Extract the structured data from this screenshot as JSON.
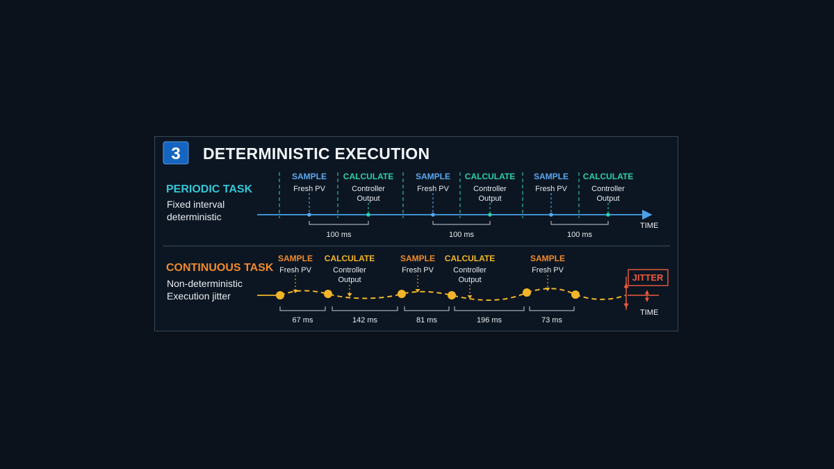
{
  "header": {
    "badge": "3",
    "title": "DETERMINISTIC EXECUTION"
  },
  "colors": {
    "periodic": "#35c6d6",
    "periodic_axis": "#4aa3ea",
    "sample_blue": "#5aa8f0",
    "calc_teal": "#29d1a8",
    "continuous": "#f08a2c",
    "continuous_line": "#f2b529",
    "jitter": "#ef5a3c",
    "badge": "#1565c0"
  },
  "periodic": {
    "name": "PERIODIC TASK",
    "desc": [
      "Fixed interval",
      "deterministic"
    ],
    "time_label": "TIME",
    "events": [
      {
        "kind": "sample",
        "label": "SAMPLE",
        "sub": [
          "Fresh PV"
        ]
      },
      {
        "kind": "calculate",
        "label": "CALCULATE",
        "sub": [
          "Controller",
          "Output"
        ]
      },
      {
        "kind": "sample",
        "label": "SAMPLE",
        "sub": [
          "Fresh PV"
        ]
      },
      {
        "kind": "calculate",
        "label": "CALCULATE",
        "sub": [
          "Controller",
          "Output"
        ]
      },
      {
        "kind": "sample",
        "label": "SAMPLE",
        "sub": [
          "Fresh PV"
        ]
      },
      {
        "kind": "calculate",
        "label": "CALCULATE",
        "sub": [
          "Controller",
          "Output"
        ]
      }
    ],
    "intervals": [
      "100 ms",
      "100 ms",
      "100 ms"
    ]
  },
  "continuous": {
    "name": "CONTINUOUS TASK",
    "desc": [
      "Non-deterministic",
      "Execution jitter"
    ],
    "time_label": "TIME",
    "jitter_label": "JITTER",
    "events": [
      {
        "kind": "sample",
        "label": "SAMPLE",
        "sub": [
          "Fresh PV"
        ]
      },
      {
        "kind": "calculate",
        "label": "CALCULATE",
        "sub": [
          "Controller",
          "Output"
        ]
      },
      {
        "kind": "sample",
        "label": "SAMPLE",
        "sub": [
          "Fresh PV"
        ]
      },
      {
        "kind": "calculate",
        "label": "CALCULATE",
        "sub": [
          "Controller",
          "Output"
        ]
      },
      {
        "kind": "sample",
        "label": "SAMPLE",
        "sub": [
          "Fresh PV"
        ]
      }
    ],
    "intervals": [
      "67 ms",
      "142 ms",
      "81 ms",
      "196 ms",
      "73 ms"
    ]
  }
}
